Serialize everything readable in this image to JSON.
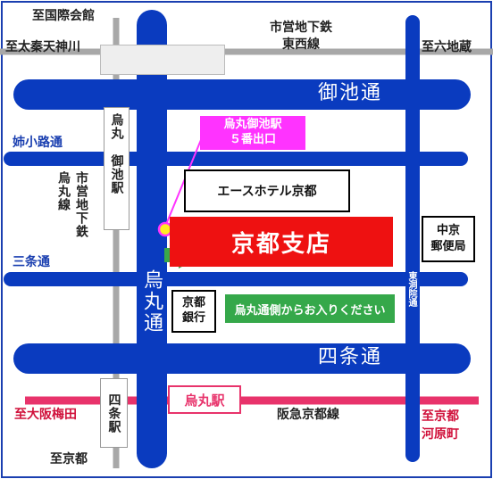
{
  "roads": {
    "oike": "御池通",
    "shijo": "四条通",
    "karasuma": "烏丸通",
    "sanjo": "三条通",
    "aneyakoji": "姉小路通",
    "higashinotoin": "東洞院通"
  },
  "directions": {
    "kokusai_kaikan": "至国際会館",
    "uzumasa": "至太秦天神川",
    "rokujizo": "至六地蔵",
    "osaka_umeda": "至大阪梅田",
    "kyoto_station": "至京都",
    "kawaramachi": "至京都\n河原町"
  },
  "lines": {
    "tozai": "市営地下鉄\n東西線",
    "karasuma_line": "市営地下鉄",
    "karasuma_line_name": "烏丸線",
    "hankyu": "阪急京都線"
  },
  "stations": {
    "karasuma_oike_a": "烏丸",
    "karasuma_oike_b": "御池駅",
    "exit_callout": "烏丸御池駅\n５番出口",
    "shijo": "四条駅",
    "karasuma": "烏丸駅"
  },
  "buildings": {
    "hotel": "エースホテル京都",
    "branch": "京都支店",
    "bank": "京都\n銀行",
    "post_office": "中京\n郵便局"
  },
  "notice": "烏丸通側からお入りください",
  "colors": {
    "road_blue": "#0a3bbf",
    "gray_line": "#a8a8a8",
    "hankyu_line": "#e8336b",
    "branch_red": "#ee1111",
    "callout_magenta": "#ff33ff",
    "notice_green": "#35a84a",
    "arrow_green": "#3aa84a",
    "marker_yellow": "#ffee22"
  }
}
